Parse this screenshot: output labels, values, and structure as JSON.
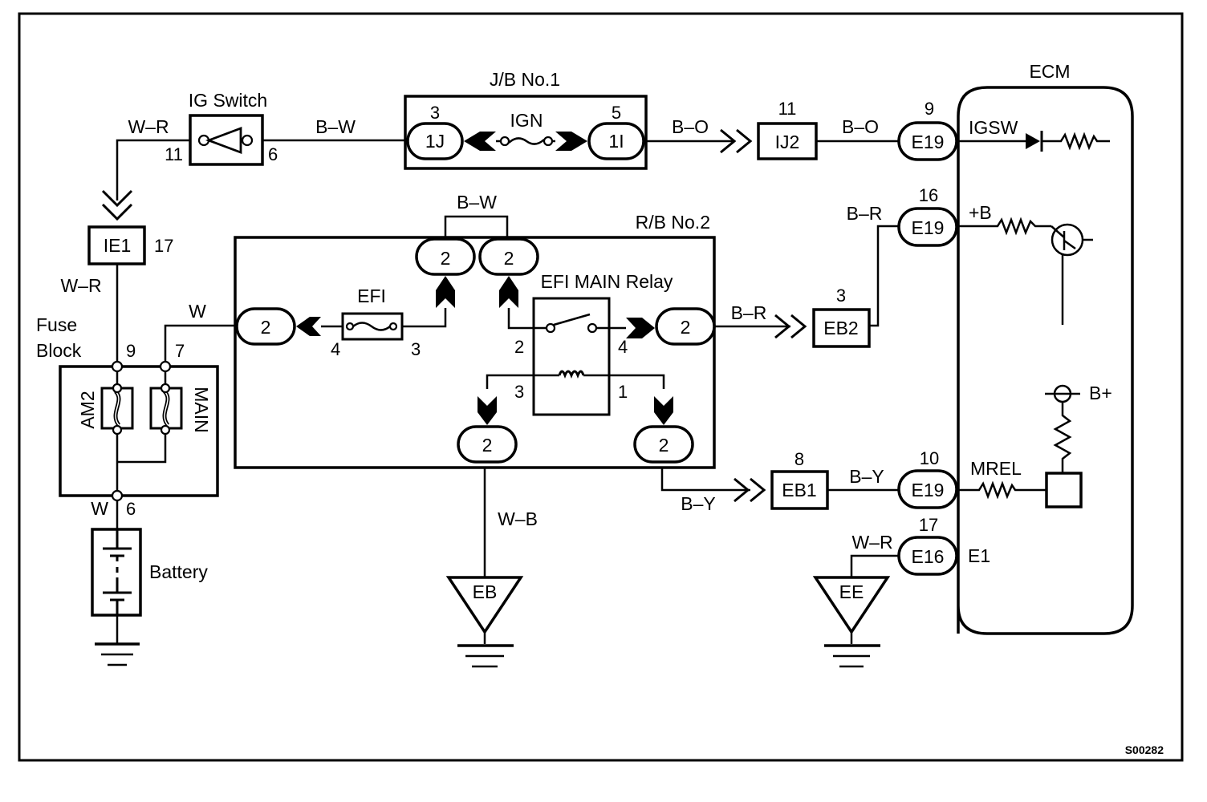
{
  "diagram": {
    "id_code": "S00282",
    "components": {
      "ig_switch": {
        "label": "IG Switch",
        "pin_in": "11",
        "pin_out": "6"
      },
      "jb1": {
        "label": "J/B No.1",
        "fuse": "IGN",
        "left_connector": "1J",
        "left_pin": "3",
        "right_connector": "1I",
        "right_pin": "5"
      },
      "ij2": {
        "label": "IJ2",
        "pin": "11"
      },
      "ie1": {
        "label": "IE1",
        "pin": "17"
      },
      "fuse_block": {
        "label_line1": "Fuse",
        "label_line2": "Block",
        "pin_top_left": "9",
        "pin_top_right": "7",
        "pin_bottom": "6",
        "fuse_left": "AM2",
        "fuse_right": "MAIN"
      },
      "battery": {
        "label": "Battery"
      },
      "rb2": {
        "label": "R/B No.2",
        "connector": "2",
        "efi_fuse": "EFI",
        "efi_pin_left": "4",
        "efi_pin_right": "3",
        "relay": "EFI MAIN Relay",
        "relay_pins": {
          "p2": "2",
          "p4": "4",
          "p3": "3",
          "p1": "1"
        }
      },
      "eb2": {
        "label": "EB2",
        "pin": "3"
      },
      "eb1": {
        "label": "EB1",
        "pin": "8"
      },
      "ground_eb": {
        "label": "EB"
      },
      "ground_ee": {
        "label": "EE"
      },
      "ecm": {
        "label": "ECM",
        "terminals": [
          {
            "connector": "E19",
            "pin": "9",
            "name": "IGSW"
          },
          {
            "connector": "E19",
            "pin": "16",
            "name": "+B"
          },
          {
            "connector": "E19",
            "pin": "10",
            "name": "MREL"
          },
          {
            "connector": "E16",
            "pin": "17",
            "name": "E1"
          }
        ],
        "bplus": "B+"
      }
    },
    "wires": {
      "ig_in": "W–R",
      "ig_out": "B–W",
      "jb_out": "B–O",
      "ij2_ecm": "B–O",
      "ie1_fuse": "W–R",
      "fuse_main": "W",
      "rb_top": "B–W",
      "relay_out": "B–R",
      "eb2_ecm": "B–R",
      "rb_ground": "W–B",
      "relay_coil": "B–Y",
      "eb1_ecm": "B–Y",
      "ee_ecm": "W–R",
      "battery": "W"
    }
  }
}
